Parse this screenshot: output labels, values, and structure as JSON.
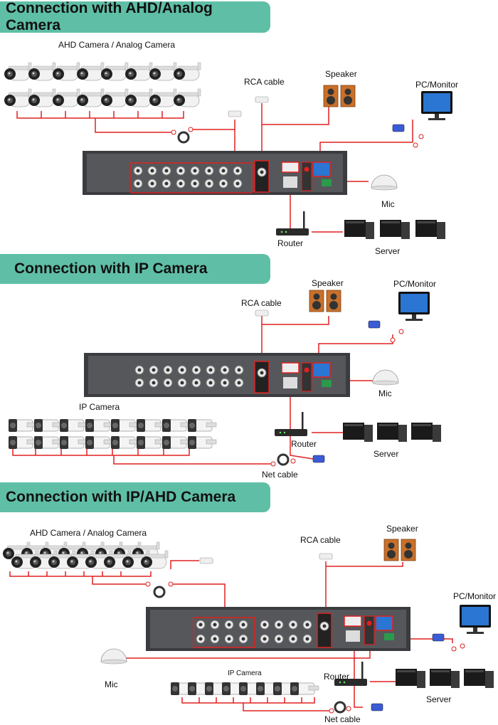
{
  "sections": [
    {
      "title": "Connection with AHD/Analog Camera",
      "labels": {
        "cameras": "AHD Camera / Analog Camera",
        "rca": "RCA cable",
        "speaker": "Speaker",
        "pc": "PC/Monitor",
        "mic": "Mic",
        "router": "Router",
        "server": "Server"
      }
    },
    {
      "title": "Connection with IP Camera",
      "labels": {
        "rca": "RCA cable",
        "speaker": "Speaker",
        "pc": "PC/Monitor",
        "mic": "Mic",
        "cameras": "IP Camera",
        "router": "Router",
        "server": "Server",
        "net": "Net cable"
      }
    },
    {
      "title": "Connection with IP/AHD Camera",
      "labels": {
        "cameras": "AHD Camera / Analog Camera",
        "rca": "RCA cable",
        "speaker": "Speaker",
        "pc": "PC/Monitor",
        "mic": "Mic",
        "ipcam": "IP Camera",
        "router": "Router",
        "server": "Server",
        "net": "Net cable"
      }
    }
  ],
  "colors": {
    "banner": "#5fbfa6",
    "cable": "#e02020",
    "dvr": "#3a3c40",
    "speaker": "#c9702a"
  }
}
